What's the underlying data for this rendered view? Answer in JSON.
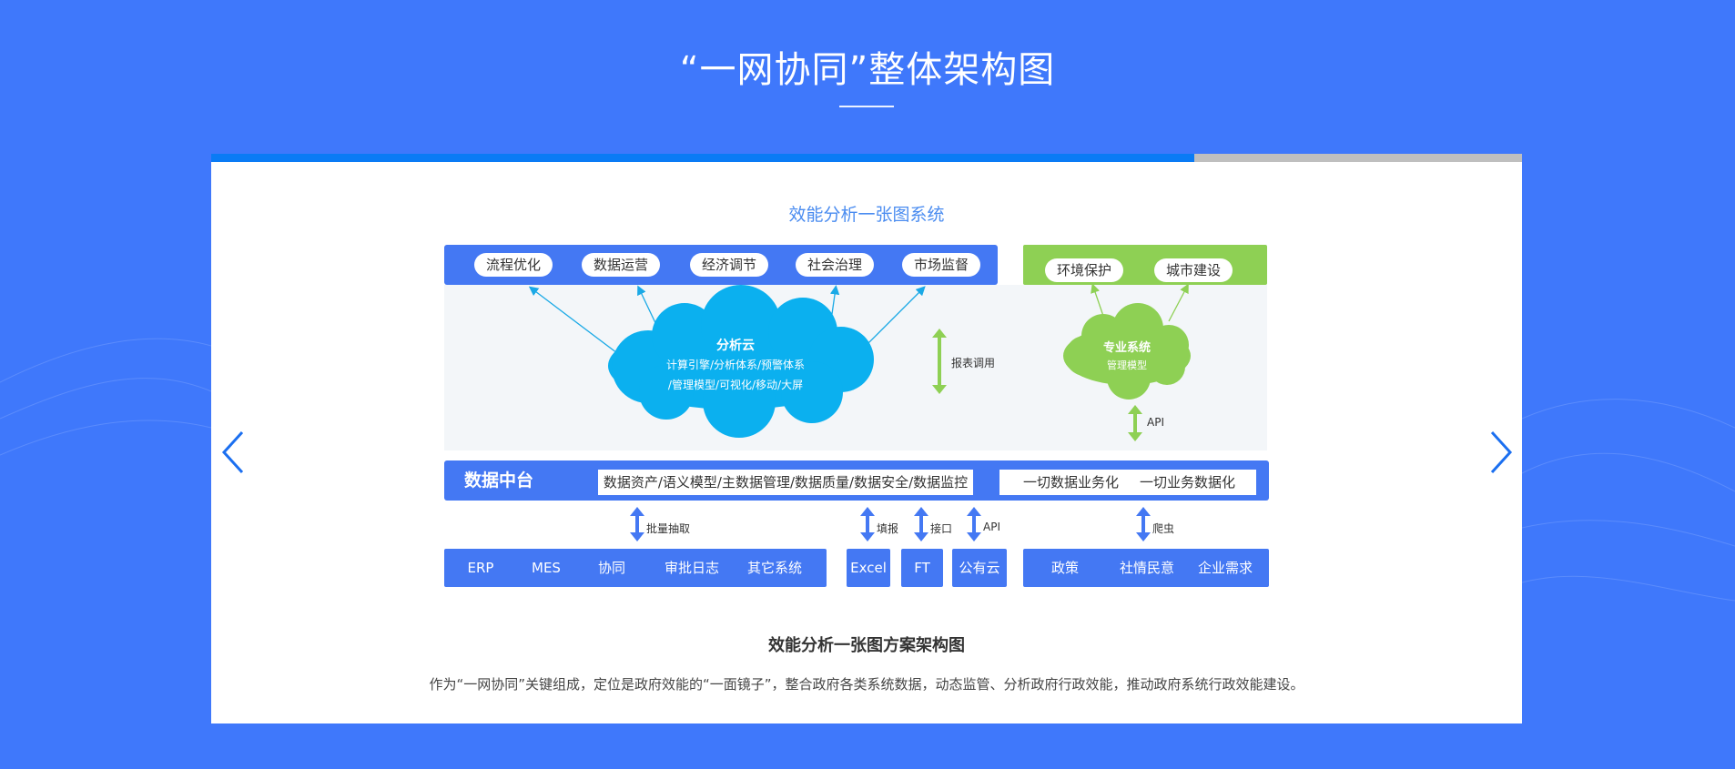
{
  "page": {
    "title": "“一网协同”整体架构图"
  },
  "slider": {
    "progress": 0.75,
    "prev_icon": "chevron-left-icon",
    "next_icon": "chevron-right-icon"
  },
  "diagram": {
    "title": "效能分析一张图系统",
    "top_pills": [
      "流程优化",
      "数据运营",
      "经济调节",
      "社会治理",
      "市场监督"
    ],
    "green_pills": [
      "环境保护",
      "城市建设"
    ],
    "analysis_cloud": {
      "title": "分析云",
      "line1": "计算引擎/分析体系/预警体系",
      "line2": "/管理模型/可视化/移动/大屏"
    },
    "report_label": "报表调用",
    "pro_cloud": {
      "title": "专业系统",
      "subtitle": "管理模型"
    },
    "api_label_top": "API",
    "middle": {
      "title": "数据中台",
      "box1": "数据资产/语义模型/主数据管理/数据质量/数据安全/数据监控",
      "box2_left": "一切数据业务化",
      "box2_right": "一切业务数据化"
    },
    "connectors": {
      "batch": "批量抽取",
      "fill": "填报",
      "port": "接口",
      "api": "API",
      "crawler": "爬虫"
    },
    "bottom": {
      "group1": [
        "ERP",
        "MES",
        "协同",
        "审批日志",
        "其它系统"
      ],
      "excel": "Excel",
      "ft": "FT",
      "cloud": "公有云",
      "group3": [
        "政策",
        "社情民意",
        "企业需求"
      ]
    }
  },
  "caption": {
    "title": "效能分析一张图方案架构图",
    "description": "作为“一网协同”关键组成，定位是政府效能的“一面镜子”，整合政府各类系统数据，动态监管、分析政府行政效能，推动政府系统行政效能建设。"
  },
  "colors": {
    "background": "#3f78fb",
    "band_blue": "#4478f3",
    "band_green": "#8ed054",
    "cloud_blue": "#0bb0ef",
    "cloud_green": "#8ed054",
    "progress": "#0a7bf5"
  }
}
